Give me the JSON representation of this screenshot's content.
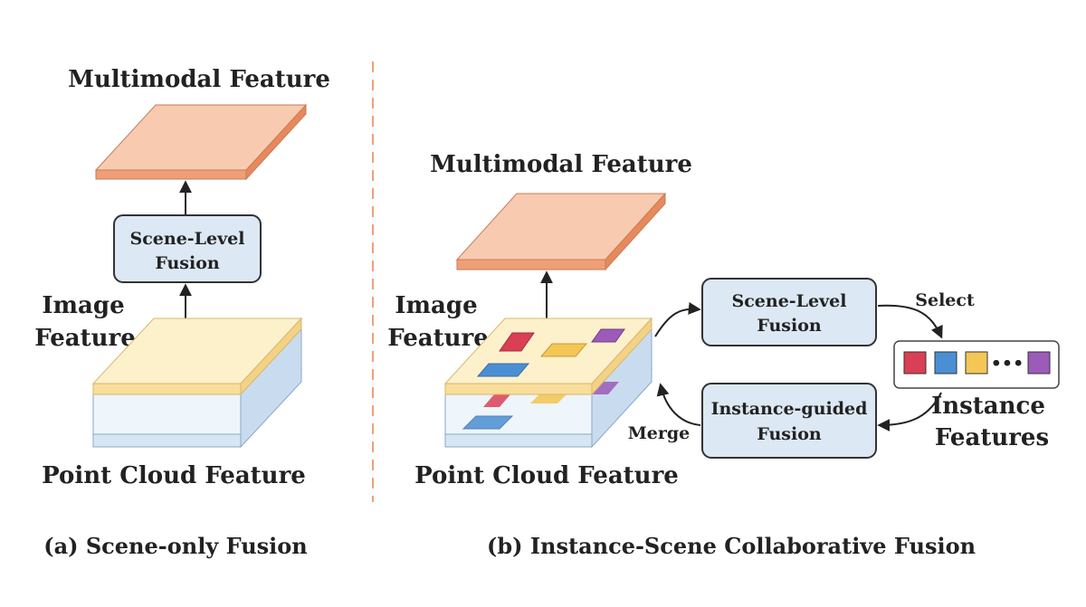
{
  "colors": {
    "multimodal_top": "#f8cbb0",
    "multimodal_side": "#ef9f76",
    "image_top": "#fdf1cc",
    "image_side": "#f8dd9b",
    "cloud_side": "#c9dcef",
    "cloud_inner": "#eaf2fa",
    "box_fill": "#dce8f4",
    "box_stroke": "#333333",
    "divider": "#f0a07a",
    "instance_red": "#d93f55",
    "instance_blue": "#4a8fd4",
    "instance_yellow": "#f3c656",
    "instance_purple": "#9c5bb8"
  },
  "panel_a": {
    "multimodal_label": "Multimodal Feature",
    "fusion_box": {
      "line1": "Scene-Level",
      "line2": "Fusion"
    },
    "image_label": {
      "line1": "Image",
      "line2": "Feature"
    },
    "cloud_label": "Point Cloud Feature",
    "caption": "(a) Scene-only Fusion"
  },
  "panel_b": {
    "multimodal_label": "Multimodal Feature",
    "image_label": {
      "line1": "Image",
      "line2": "Feature"
    },
    "cloud_label": "Point Cloud Feature",
    "scene_box": {
      "line1": "Scene-Level",
      "line2": "Fusion"
    },
    "instance_box": {
      "line1": "Instance-guided",
      "line2": "Fusion"
    },
    "select_label": "Select",
    "merge_label": "Merge",
    "instance_label": {
      "line1": "Instance",
      "line2": "Features"
    },
    "ellipsis": "•••",
    "caption": "(b) Instance-Scene Collaborative Fusion"
  }
}
